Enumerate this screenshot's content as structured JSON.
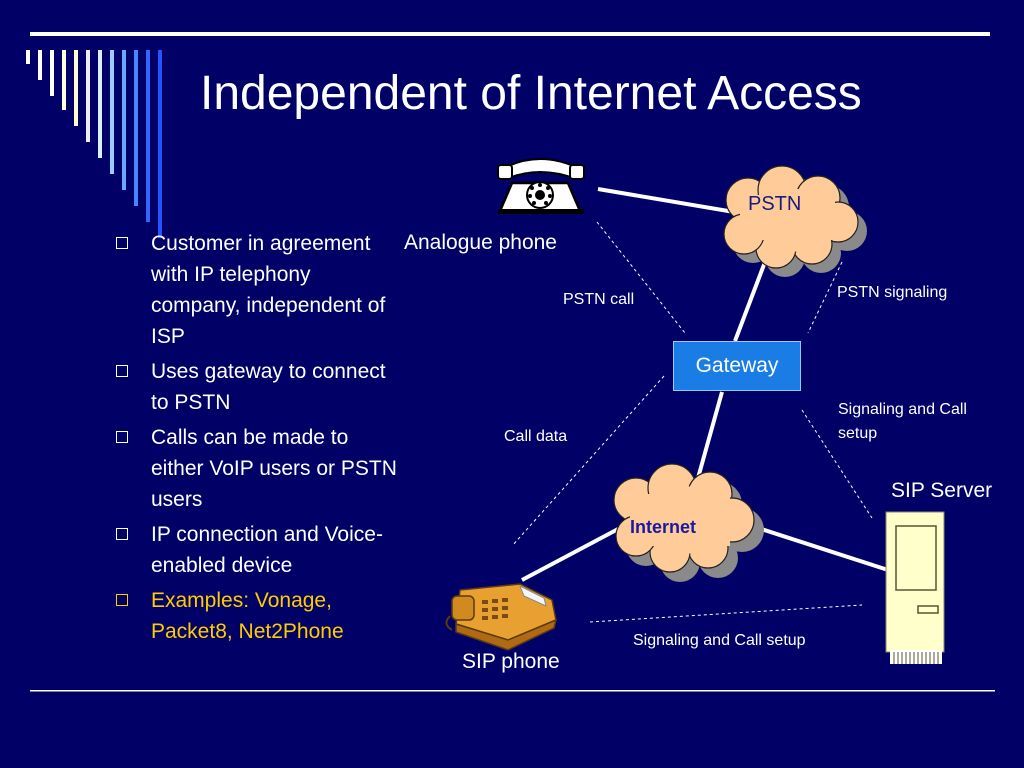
{
  "slide": {
    "title": "Independent of Internet Access",
    "bullets": [
      {
        "text": "Customer in agreement with IP telephony company, independent of ISP",
        "highlight": false
      },
      {
        "text": "Uses gateway to connect to PSTN",
        "highlight": false
      },
      {
        "text": "Calls can be made to either VoIP users or PSTN users",
        "highlight": false
      },
      {
        "text": "IP connection and Voice-enabled device",
        "highlight": false
      },
      {
        "text": "Examples: Vonage, Packet8, Net2Phone",
        "highlight": true
      }
    ]
  },
  "diagram": {
    "nodes": {
      "analogue_phone": "Analogue phone",
      "pstn": "PSTN",
      "gateway": "Gateway",
      "internet": "Internet",
      "sip_phone": "SIP phone",
      "sip_server": "SIP Server"
    },
    "edge_labels": {
      "pstn_call": "PSTN call",
      "pstn_signaling": "PSTN signaling",
      "signaling_call_setup_gateway": "Signaling and Call setup",
      "call_data": "Call data",
      "signaling_call_setup_bottom": "Signaling and Call setup"
    }
  },
  "colors": {
    "background": "#000066",
    "text": "#ffffff",
    "highlight": "#ffcc00",
    "gateway_fill": "#1a7de6",
    "cloud_fill": "#ffcc99",
    "cloud_shadow": "#999999"
  },
  "icons": {
    "phone": "rotary-phone-icon",
    "sip_phone": "fax-phone-icon",
    "server": "server-tower-icon",
    "bullet": "square-bullet-icon"
  }
}
